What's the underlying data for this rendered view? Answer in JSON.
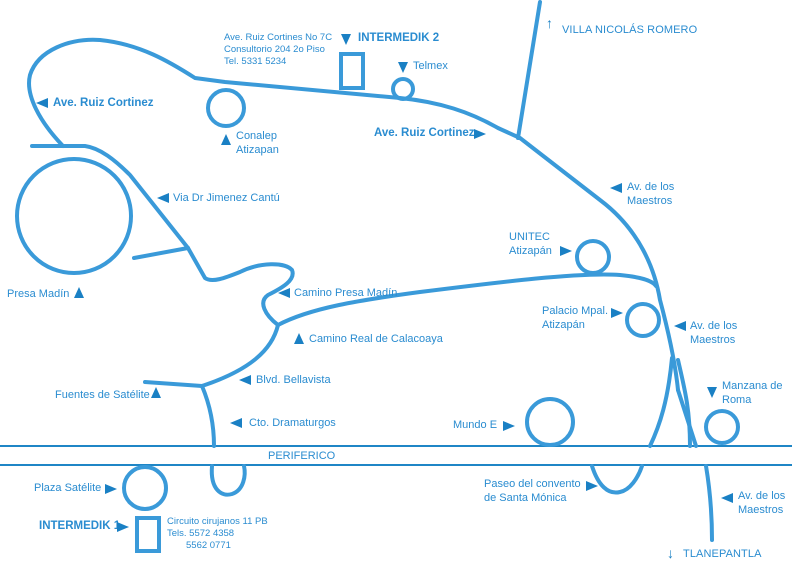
{
  "map": {
    "roads": {
      "periferico": "PERIFERICO",
      "ruiz_cortinez_west": "Ave. Ruiz Cortinez",
      "ruiz_cortinez_east": "Ave. Ruiz Cortinez",
      "jimenez_cantu": "Via Dr Jimenez Cantú",
      "camino_presa_madin": "Camino Presa Madín",
      "camino_real_calacoaya": "Camino Real de Calacoaya",
      "blvd_bellavista": "Blvd. Bellavista",
      "cto_dramaturgos": "Cto. Dramaturgos",
      "av_maestros_1": [
        "Av. de los",
        "Maestros"
      ],
      "av_maestros_2": [
        "Av. de los",
        "Maestros"
      ],
      "av_maestros_3": [
        "Av. de los",
        "Maestros"
      ]
    },
    "destinations": {
      "north": "VILLA NICOLÁS ROMERO",
      "south": "TLANEPANTLA"
    },
    "landmarks": {
      "conalep": [
        "Conalep",
        "Atizapan"
      ],
      "telmex": "Telmex",
      "presa_madin": "Presa Madín",
      "unitec": [
        "UNITEC",
        "Atizapán"
      ],
      "palacio": [
        "Palacio Mpal.",
        "Atizapán"
      ],
      "manzana_roma": [
        "Manzana de",
        "Roma"
      ],
      "mundo_e": "Mundo E",
      "fuentes_satelite": "Fuentes de Satélite",
      "plaza_satelite": "Plaza Satélite",
      "santa_monica": [
        "Paseo del convento",
        "de Santa Mónica"
      ]
    },
    "offices": {
      "intermedik2": {
        "name": "INTERMEDIK 2",
        "address": [
          "Ave. Ruiz Cortines No 7C",
          "Consultorio 204 2o Piso",
          "Tel. 5331 5234"
        ]
      },
      "intermedik1": {
        "name": "INTERMEDIK 1",
        "address": [
          "Circuito cirujanos 11 PB",
          "Tels. 5572 4358",
          "5562 0771"
        ]
      }
    },
    "colors": {
      "road": "#3a9ad9",
      "marker": "#1a80c4",
      "text": "#2a8cd0"
    },
    "icons": {
      "north_arrow": "↑",
      "south_arrow": "↓"
    }
  }
}
